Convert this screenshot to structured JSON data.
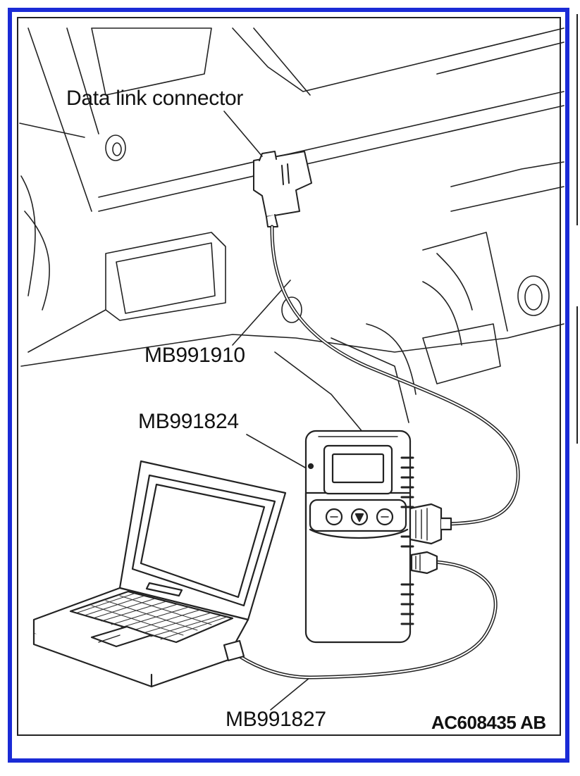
{
  "diagram": {
    "labels": {
      "data_link_connector": "Data link connector",
      "cable_mb991910": "MB991910",
      "interface_mb991824": "MB991824",
      "usb_cable_mb991827": "MB991827"
    },
    "figure_code": "AC608435 AB"
  },
  "colors": {
    "frame_blue": "#1a2bd6",
    "line": "#222222"
  }
}
